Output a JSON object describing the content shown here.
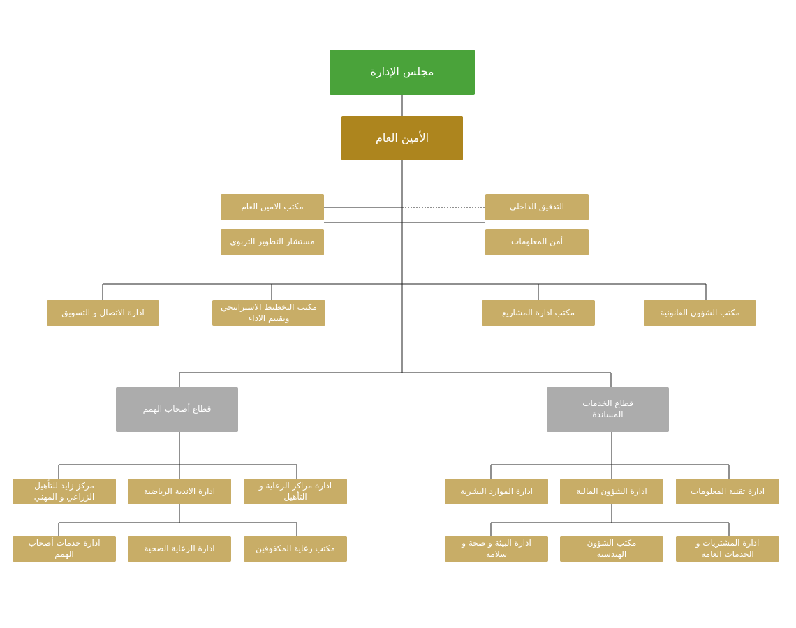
{
  "nodes": {
    "board": "مجلس الإدارة",
    "secretary_general": "الأمين العام",
    "sg_office": "مكتب الامين العام",
    "internal_audit": "التدقيق الداخلي",
    "edu_advisor": "مستشار التطوير التربوي",
    "info_security": "أمن المعلومات",
    "comm_marketing": "ادارة الاتصال و التسويق",
    "strategic_planning": "مكتب التخطيط الاستراتيجي\nوتقييم الاداء",
    "projects_office": "مكتب ادارة المشاريع",
    "legal_office": "مكتب الشؤون القانونية",
    "sector_determination": "قطاع أصحاب الهمم",
    "sector_support": "قطاع الخدمات\nالمساندة",
    "zayed_center": "مركز زايد للتأهيل\nالزراعي و المهني",
    "sports_clubs": "ادارة الاندية الرياضية",
    "care_centers": "ادارة مراكز الرعاية و\nالتأهيل",
    "hr": "ادارة الموارد البشرية",
    "finance": "ادارة الشؤون المالية",
    "it": "ادارة تقنية المعلومات",
    "determination_services": "ادارة خدمات أصحاب\nالهمم",
    "health_care": "ادارة الرعاية الصحية",
    "blind_care": "مكتب رعاية المكفوفين",
    "environment_safety": "ادارة البيئة و صحة و\nسلامه",
    "engineering": "مكتب الشؤون\nالهندسية",
    "procurement": "ادارة المشتريات و\nالخدمات العامة"
  },
  "colors": {
    "board": "#4aa33a",
    "secretary_general": "#ad851e",
    "department": "#c8ad67",
    "sector": "#acacac",
    "connector": "#222222"
  }
}
